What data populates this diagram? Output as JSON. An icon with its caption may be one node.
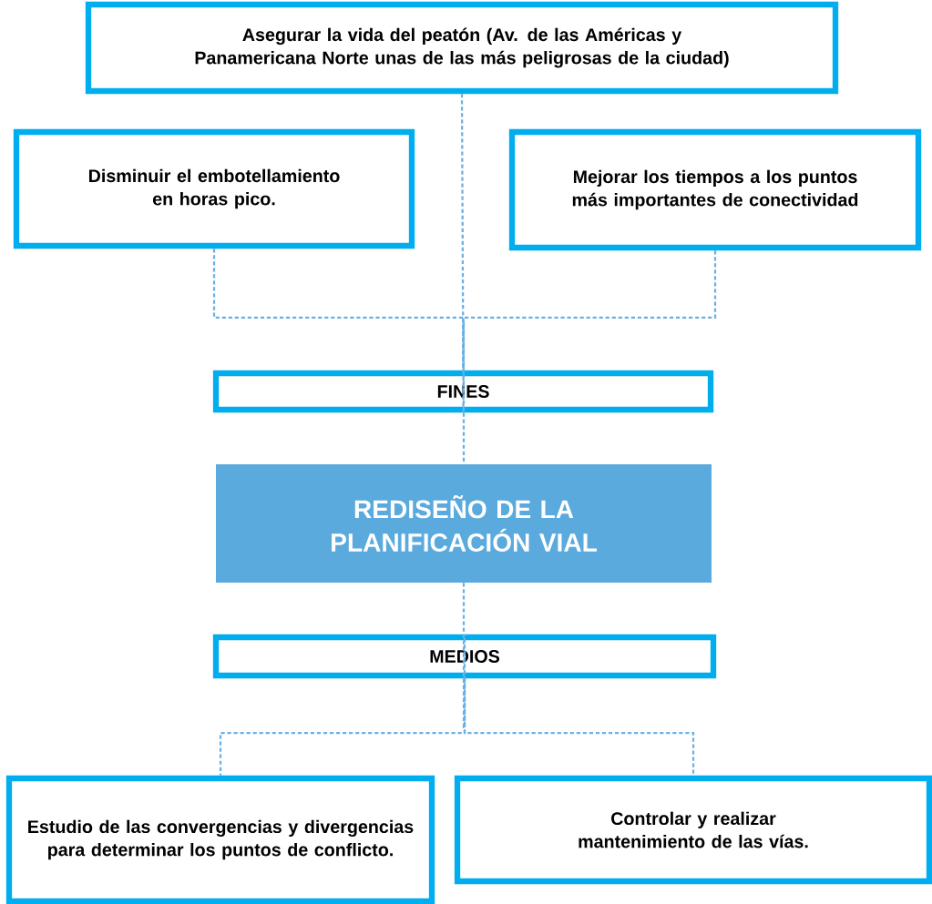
{
  "diagram": {
    "nodes": [
      {
        "text": [
          "Asegurar la vida del peatón (Av. de las Américas y Panamericana Norte unas de las más peligrosas de la ciudad)"
        ]
      },
      {
        "text": [
          "Disminuir el embotellamiento en horas pico."
        ]
      },
      {
        "text": [
          "Mejorar los tiempos a los puntos más importantes de conectividad"
        ]
      },
      {
        "text": [
          "FINES"
        ]
      },
      {
        "text": [
          "REDISEÑO DE LA PLANIFICACIÓN VIAL"
        ]
      },
      {
        "text": [
          "MEDIOS"
        ]
      },
      {
        "text": [
          "Estudio de las convergencias y divergencias para determinar los puntos de conflicto."
        ]
      },
      {
        "text": [
          "Controlar y realizar mantenimiento de las vías."
        ]
      }
    ],
    "edges": [
      {
        "from": 0,
        "to": 3,
        "arrow": "none",
        "style": "dashed"
      },
      {
        "from": 1,
        "to": 3,
        "arrow": "none",
        "style": "dashed"
      },
      {
        "from": 2,
        "to": 3,
        "arrow": "none",
        "style": "dashed"
      },
      {
        "from": 3,
        "to": 4,
        "arrow": "none",
        "style": "dashed"
      },
      {
        "from": 4,
        "to": 5,
        "arrow": "none",
        "style": "dashed"
      },
      {
        "from": 5,
        "to": 6,
        "arrow": "none",
        "style": "dashed"
      },
      {
        "from": 5,
        "to": 7,
        "arrow": "none",
        "style": "dashed"
      }
    ]
  }
}
